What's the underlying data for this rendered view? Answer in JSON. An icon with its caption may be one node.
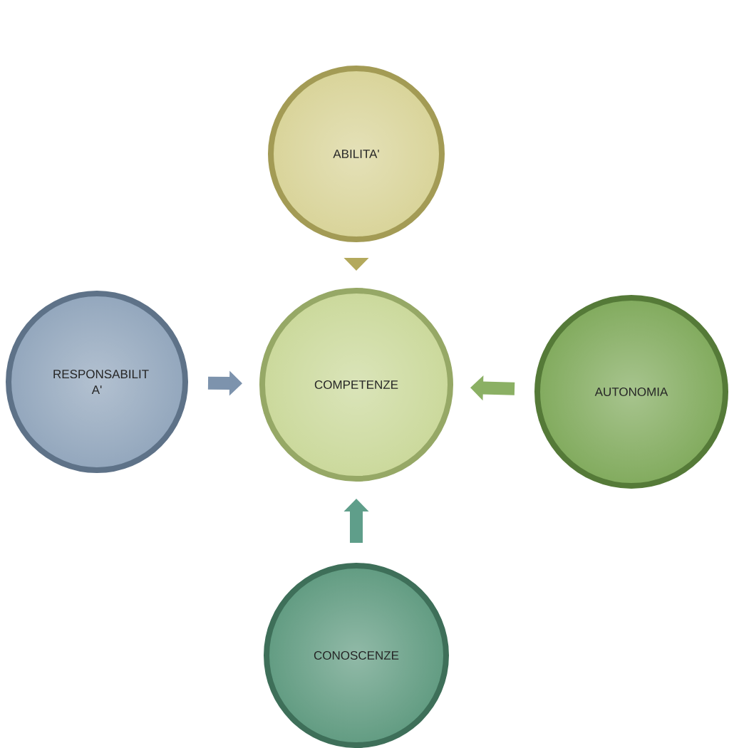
{
  "diagram": {
    "nodes": [
      {
        "text": [
          "ABILITA'"
        ]
      },
      {
        "text": [
          "RESPONSABILIT A'"
        ]
      },
      {
        "text": [
          "COMPETENZE"
        ]
      },
      {
        "text": [
          "AUTONOMIA"
        ]
      },
      {
        "text": [
          "CONOSCENZE"
        ]
      }
    ],
    "edges": [
      {
        "from": 0,
        "to": 2,
        "arrow": "to",
        "color": "#b3a95c"
      },
      {
        "from": 1,
        "to": 2,
        "arrow": "to",
        "color": "#7d93ad"
      },
      {
        "from": 3,
        "to": 2,
        "arrow": "to",
        "color": "#8bb064"
      },
      {
        "from": 4,
        "to": 2,
        "arrow": "to",
        "color": "#5f9e8a"
      }
    ]
  }
}
